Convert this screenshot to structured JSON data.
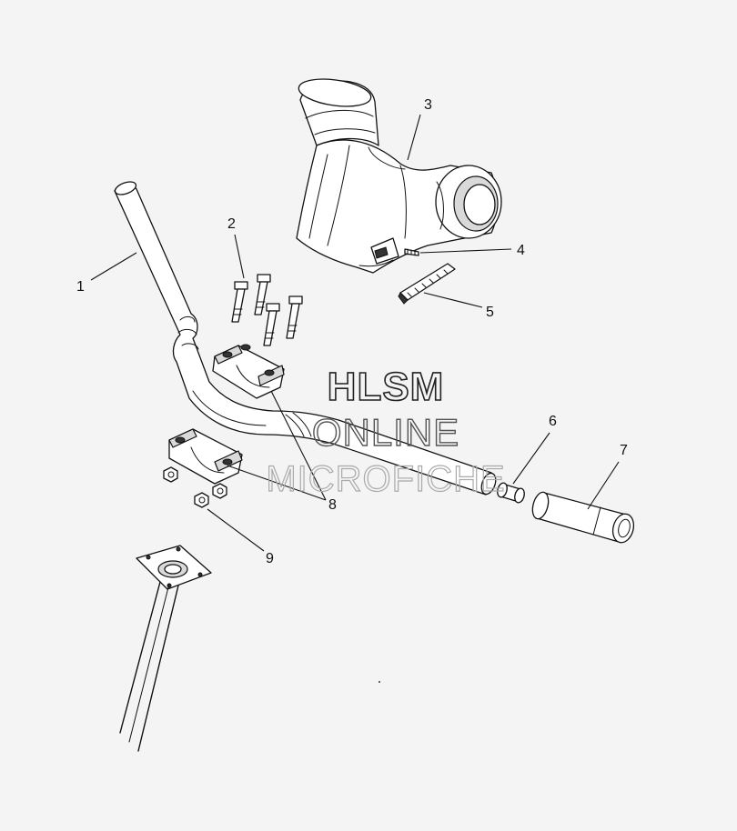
{
  "diagram": {
    "callouts": [
      {
        "id": "1",
        "label": "1"
      },
      {
        "id": "2",
        "label": "2"
      },
      {
        "id": "3",
        "label": "3"
      },
      {
        "id": "4",
        "label": "4"
      },
      {
        "id": "5",
        "label": "5"
      },
      {
        "id": "6",
        "label": "6"
      },
      {
        "id": "7",
        "label": "7"
      },
      {
        "id": "8",
        "label": "8"
      },
      {
        "id": "9",
        "label": "9"
      }
    ],
    "watermark": {
      "line1": "HLSM",
      "line2": "ONLINE",
      "line3": "MICROFICHE"
    },
    "colors": {
      "background": "#f4f4f4",
      "line": "#111111",
      "watermark_light": "#aaaaaa"
    }
  }
}
